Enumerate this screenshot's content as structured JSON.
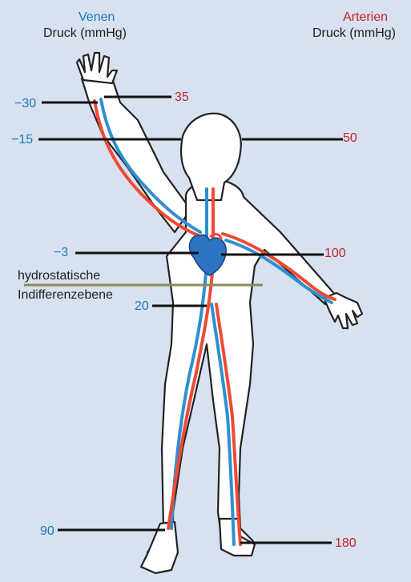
{
  "headers": {
    "veins": {
      "title": "Venen",
      "subtitle": "Druck (mmHg)"
    },
    "arteries": {
      "title": "Arterien",
      "subtitle": "Druck (mmHg)"
    }
  },
  "veins": {
    "hand": "−30",
    "shoulder": "−15",
    "heart": "−3",
    "abdomen": "20",
    "foot": "90"
  },
  "arteries": {
    "hand": "35",
    "shoulder": "50",
    "heart": "100",
    "foot": "180"
  },
  "indifference_plane": {
    "line1": "hydrostatische",
    "line2": "Indifferenzebene"
  },
  "colors": {
    "background": "#d7e1f0",
    "vein": "#2f8fd0",
    "artery": "#ef4a36",
    "vein_text": "#1a7ac2",
    "artery_text": "#c62222",
    "heart": "#2d74c4",
    "plane_line": "#8b8a55"
  }
}
